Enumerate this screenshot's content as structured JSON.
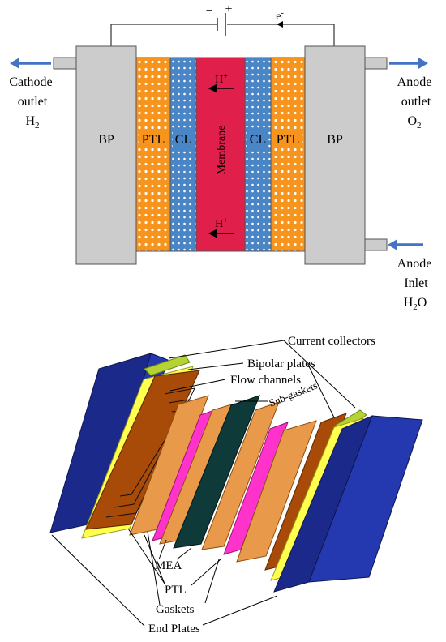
{
  "schematic": {
    "battery_minus": "−",
    "battery_plus": "+",
    "electron_label": "e",
    "electron_sup": "-",
    "cathode_outlet": {
      "line1": "Cathode",
      "line2": "outlet",
      "species": "H",
      "sub": "2"
    },
    "anode_outlet": {
      "line1": "Anode",
      "line2": "outlet",
      "species": "O",
      "sub": "2"
    },
    "anode_inlet": {
      "line1": "Anode",
      "line2": "Inlet",
      "species": "H",
      "sub": "2",
      "species_tail": "O"
    },
    "left_bp": "BP",
    "right_bp": "BP",
    "left_ptl": "PTL",
    "right_ptl": "PTL",
    "left_cl": "CL",
    "right_cl": "CL",
    "membrane": "Membrane",
    "proton_top": "H",
    "proton_bottom": "H",
    "proton_sup": "+"
  },
  "exploded": {
    "current_collectors": "Current collectors",
    "bipolar_plates": "Bipolar plates",
    "flow_channels": "Flow channels",
    "sub_gaskets": "Sub-gaskets",
    "mea": "MEA",
    "ptl": "PTL",
    "gaskets": "Gaskets",
    "end_plates": "End Plates"
  },
  "colors": {
    "bipolar_plate": "#cccccc",
    "ptl": "#f7941d",
    "catalyst_layer": "#4a86c5",
    "membrane": "#e0204a",
    "arrow": "#4472c4",
    "end_plate": "#1b2a8a",
    "current_collector": "#b5d334",
    "bipolar_plate_3d": "#a84a08",
    "gasket": "#ffff4d",
    "ptl_3d": "#e89a4a",
    "sub_gasket": "#ff33cc",
    "mea_3d": "#0e3a3a"
  }
}
